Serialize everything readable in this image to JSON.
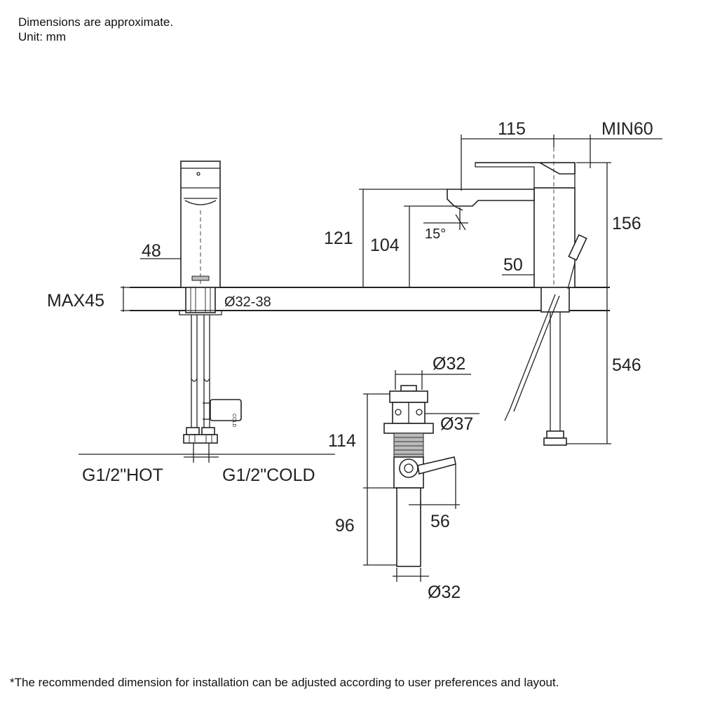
{
  "notes": {
    "approximate": "Dimensions are approximate.",
    "unit": "Unit: mm",
    "footnote": "*The recommended dimension for installation can be adjusted according to user preferences and layout."
  },
  "dimensions": {
    "d115": "115",
    "min60": "MIN60",
    "d156": "156",
    "d121": "121",
    "d104": "104",
    "angle15": "15°",
    "d50": "50",
    "d48": "48",
    "max45": "MAX45",
    "hole": "Ø32-38",
    "d546": "546",
    "hot": "G1/2\"HOT",
    "cold": "G1/2\"COLD",
    "dia32_top": "Ø32",
    "dia37": "Ø37",
    "d114": "114",
    "d56": "56",
    "d96": "96",
    "dia32_bottom": "Ø32"
  },
  "labels": {
    "cold_tag": "COLD"
  }
}
